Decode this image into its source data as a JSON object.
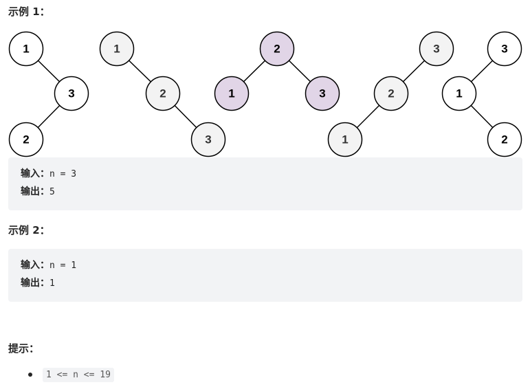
{
  "example1": {
    "heading": "示例 1：",
    "input_label": "输入：",
    "input_value": "n = 3",
    "output_label": "输出：",
    "output_value": "5",
    "trees": [
      {
        "nodes": [
          "1",
          "3",
          "2"
        ],
        "highlight": false,
        "fill": "#ffffff"
      },
      {
        "nodes": [
          "1",
          "2",
          "3"
        ],
        "highlight": false,
        "fill": "#f3f3f3"
      },
      {
        "nodes": [
          "2",
          "1",
          "3"
        ],
        "highlight": true,
        "fill": "#e1d5e7"
      },
      {
        "nodes": [
          "3",
          "2",
          "1"
        ],
        "highlight": false,
        "fill": "#f3f3f3"
      },
      {
        "nodes": [
          "3",
          "1",
          "2"
        ],
        "highlight": false,
        "fill": "#ffffff"
      }
    ]
  },
  "example2": {
    "heading": "示例 2：",
    "input_label": "输入：",
    "input_value": "n = 1",
    "output_label": "输出：",
    "output_value": "1"
  },
  "hints": {
    "heading": "提示：",
    "items": [
      "1 <= n <= 19"
    ]
  },
  "colors": {
    "code_background": "#f2f3f5",
    "node_default": "#ffffff",
    "node_gray": "#f3f3f3",
    "node_purple": "#e1d5e7",
    "text": "#262626"
  }
}
